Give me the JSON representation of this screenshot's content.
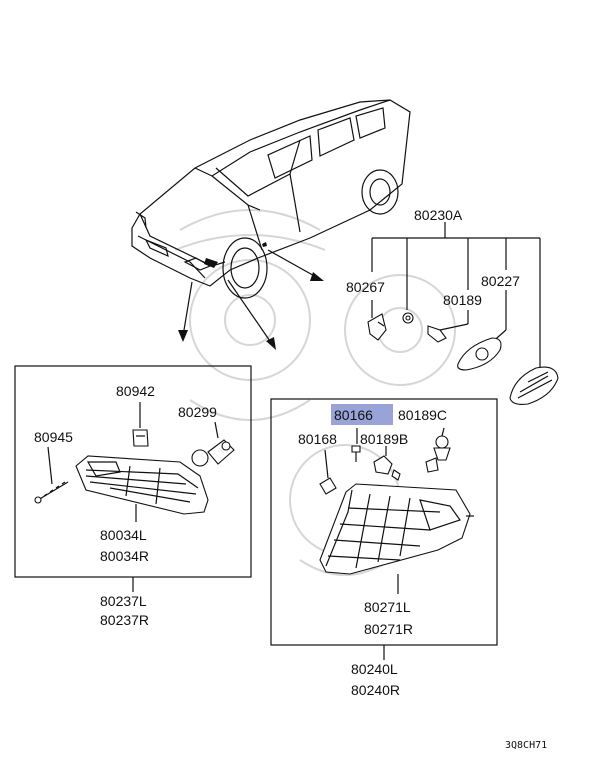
{
  "highlight_color": "#9aa3d8",
  "labels": {
    "p80230A": "80230A",
    "p80267": "80267",
    "p80227": "80227",
    "p80189": "80189",
    "p80942": "80942",
    "p80299": "80299",
    "p80945": "80945",
    "p80034L": "80034L",
    "p80034R": "80034R",
    "p80237L": "80237L",
    "p80237R": "80237R",
    "p80166": "80166",
    "p80189C": "80189C",
    "p80168": "80168",
    "p80189B": "80189B",
    "p80271L": "80271L",
    "p80271R": "80271R",
    "p80240L": "80240L",
    "p80240R": "80240R"
  },
  "diagram_code": "3Q8CH71",
  "icons": {
    "watermark": "mitsubishi-crest-watermark-icon",
    "vehicle": "station-wagon-vehicle-icon"
  }
}
